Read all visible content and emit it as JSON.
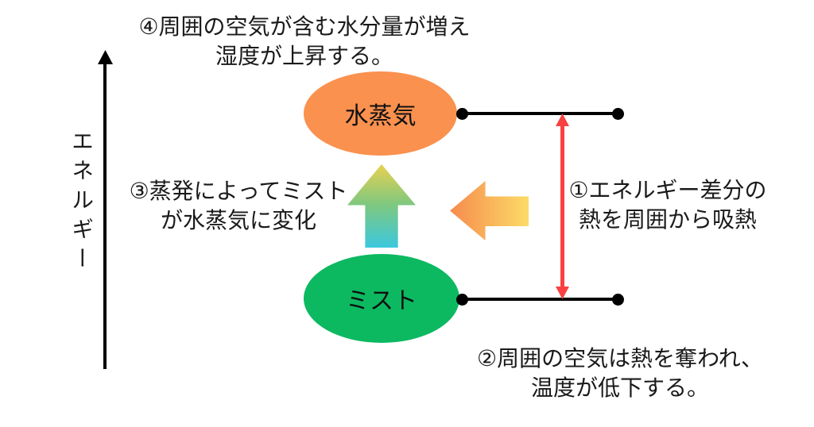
{
  "figure": {
    "background": "#ffffff"
  },
  "axis": {
    "label": "エネルギー"
  },
  "nodes": {
    "vapor": {
      "label": "水蒸気"
    },
    "mist": {
      "label": "ミスト"
    }
  },
  "annotations": {
    "humidity": {
      "line1": "④周囲の空気が含む水分量が増え",
      "line2": "湿度が上昇する。"
    },
    "evaporation": {
      "line1": "③蒸発によってミスト",
      "line2": "が水蒸気に変化"
    },
    "energy_diff": {
      "line1": "①エネルギー差分の",
      "line2": "熱を周囲から吸熱"
    },
    "cooling": {
      "line1": "②周囲の空気は熱を奪われ、",
      "line2": "温度が低下する。"
    }
  },
  "colors": {
    "background": "#ffffff",
    "text": "#1a1a1a",
    "line": "#000000",
    "vapor-fill": "#FA914E",
    "mist-fill": "#0CB961",
    "up-arrow-top": "#E8D150",
    "up-arrow-mid": "#7FC87F",
    "up-arrow-bottom": "#3BC8DE",
    "left-arrow-tip": "#F68B4D",
    "left-arrow-tail": "#FCDB68",
    "energy-diff-arrow": "#F94141"
  }
}
